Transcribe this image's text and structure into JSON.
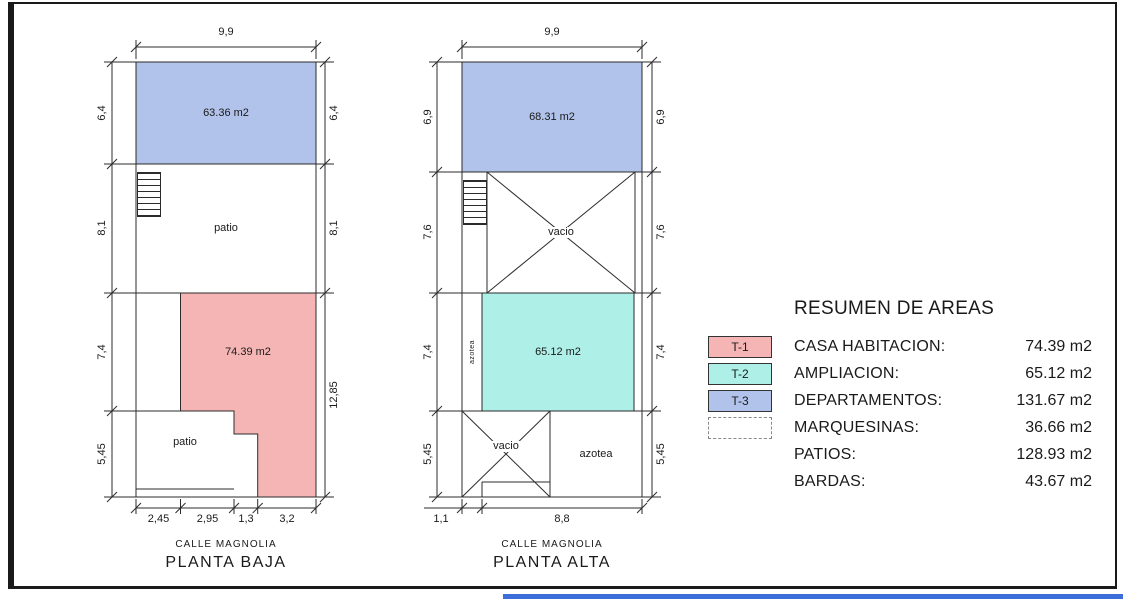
{
  "colors": {
    "t1": "#f5b5b5",
    "t2": "#aeefe7",
    "t3": "#b1c3ea",
    "line": "#2b2b2b",
    "window_strip": "#3b6ed8"
  },
  "plan_baja": {
    "title": "PLANTA BAJA",
    "street": "CALLE MAGNOLIA",
    "dim_top": "9,9",
    "dims_left": [
      "6,4",
      "8,1",
      "7,4",
      "5,45"
    ],
    "dims_right": [
      "6,4",
      "8,1",
      "12,85"
    ],
    "dims_bottom": [
      "2,45",
      "2,95",
      "1,3",
      "3,2"
    ],
    "area_departamentos": "63.36 m2",
    "area_casa": "74.39 m2",
    "label_patio_mid": "patio",
    "label_patio_bottom": "patio"
  },
  "plan_alta": {
    "title": "PLANTA ALTA",
    "street": "CALLE MAGNOLIA",
    "dim_top": "9,9",
    "dims_left": [
      "6,9",
      "7,6",
      "7,4",
      "5,45"
    ],
    "dims_right": [
      "6,9",
      "7,6",
      "7,4",
      "5,45"
    ],
    "dims_bottom": [
      "1,1",
      "8,8"
    ],
    "area_departamentos": "68.31 m2",
    "area_ampliacion": "65.12 m2",
    "label_vacio_mid": "vacio",
    "label_azotea_side": "azotea",
    "label_vacio_bottom": "vacio",
    "label_azotea_bottom": "azotea"
  },
  "legend": {
    "title": "RESUMEN DE AREAS",
    "rows": [
      {
        "tag": "T-1",
        "label": "CASA HABITACION:",
        "value": "74.39 m2"
      },
      {
        "tag": "T-2",
        "label": "AMPLIACION:",
        "value": "65.12 m2"
      },
      {
        "tag": "T-3",
        "label": "DEPARTAMENTOS:",
        "value": "131.67 m2"
      },
      {
        "tag": "",
        "label": "MARQUESINAS:",
        "value": "36.66 m2"
      },
      {
        "tag": "",
        "label": "PATIOS:",
        "value": "128.93 m2"
      },
      {
        "tag": "",
        "label": "BARDAS:",
        "value": "43.67 m2"
      }
    ]
  }
}
